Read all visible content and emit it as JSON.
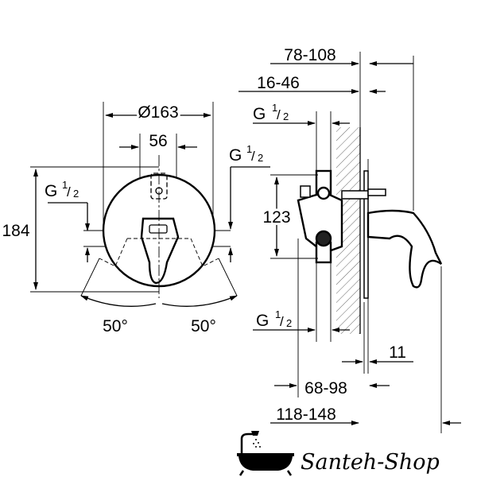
{
  "front_view": {
    "diameter": "Ø163",
    "center_width": "56",
    "height": "184",
    "thread_left": {
      "g": "G",
      "num": "1",
      "den": "2"
    },
    "thread_right": {
      "g": "G",
      "num": "1",
      "den": "2"
    },
    "angle_left": "50°",
    "angle_right": "50°"
  },
  "side_view": {
    "depth_total": "78-108",
    "depth_inner": "16-46",
    "thread_top": {
      "g": "G",
      "num": "1",
      "den": "2"
    },
    "vertical_offset": "123",
    "thread_bottom": {
      "g": "G",
      "num": "1",
      "den": "2"
    },
    "plate_thickness": "11",
    "install_depth": "68-98",
    "overall_depth": "118-148"
  },
  "logo": {
    "brand": "Santeh-Shop"
  }
}
